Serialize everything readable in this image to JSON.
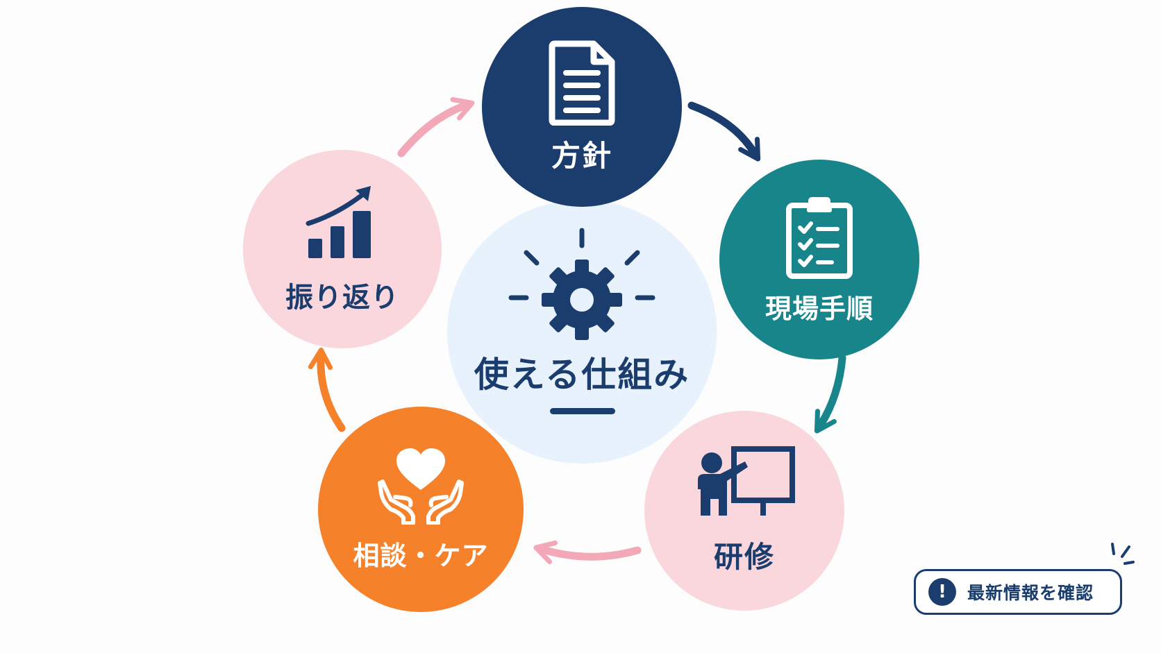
{
  "center": {
    "title": "使える仕組み",
    "icon": "gear-icon"
  },
  "cycle": [
    {
      "id": "policy",
      "label": "方針",
      "icon": "document-icon",
      "color": "#1a3d6e"
    },
    {
      "id": "procedure",
      "label": "現場手順",
      "icon": "clipboard-checklist-icon",
      "color": "#17858a"
    },
    {
      "id": "training",
      "label": "研修",
      "icon": "presentation-icon",
      "color": "#fad7dd"
    },
    {
      "id": "care",
      "label": "相談・ケア",
      "icon": "heart-hands-icon",
      "color": "#f5822b"
    },
    {
      "id": "review",
      "label": "振り返り",
      "icon": "growth-chart-icon",
      "color": "#fad7dd"
    }
  ],
  "notice": {
    "label": "最新情報を確認",
    "icon": "exclamation-icon",
    "icon_glyph": "!"
  },
  "colors": {
    "navy": "#1a3d6e",
    "teal": "#17858a",
    "pink": "#fad7dd",
    "pink_arrow": "#f2a8b6",
    "orange": "#f5822b",
    "center_bg": "#e8f2fd"
  }
}
